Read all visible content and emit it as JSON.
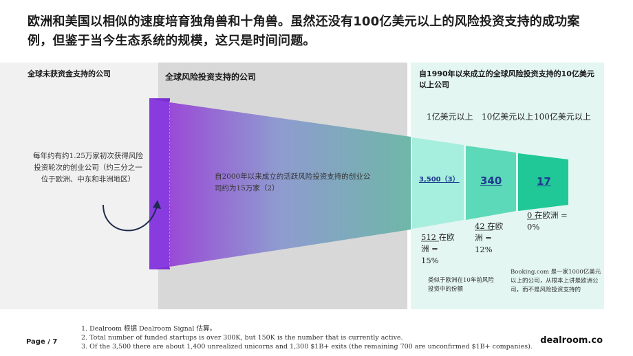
{
  "title": "欧洲和美国以相似的速度培育独角兽和十角兽。虽然还没有100亿美元以上的风险投资支持的成功案例，但鉴于当今生态系统的规模，这只是时间问题。",
  "sections": {
    "left_heading": "全球未获资金支持的公司",
    "mid_heading": "全球风险投资支持的公司",
    "right_heading": "自1990年以来成立的全球风险投资支持的10亿美元以上公司"
  },
  "left_description": "每年约有约1.25万家初次获得风险投资轮次的创业公司（约三分之一位于欧洲、中东和非洲地区）",
  "mid_description": "自2000年以来成立的活跃风险投资支持的创业公司约为15万家（2）",
  "columns": [
    {
      "header": "1亿美元以上",
      "value": "3,500（3）",
      "europe": "512 在欧洲 = 15%"
    },
    {
      "header": "10亿美元以上",
      "value": "340",
      "europe": "42 在欧洲 = 12%"
    },
    {
      "header": "100亿美元以上",
      "value": "17",
      "europe": "0 在欧洲 = 0%"
    }
  ],
  "notes": {
    "left": "类似于欧洲在10年前风险投资中的份额",
    "right": "Booking.com 是一家1000亿美元以上的公司，从根本上讲是欧洲公司，而不是风险投资支持的"
  },
  "footnotes": [
    "1. Dealroom 根据 Dealroom Signal 估算。",
    "2. Total number of funded startups is over 300K, but 150K is the number that is currently active.",
    "3. Of the 3,500 there are about 1,400 unrealized unicorns and 1,300 $1B+ exits (the remaining 700 are unconfirmed $1B+ companies)."
  ],
  "page": "Page / 7",
  "brand": "dealroom.co",
  "colors": {
    "purple": "#7b2fd0",
    "teal_light": "#a6eede",
    "teal_mid": "#5cd9b8",
    "teal_dark": "#20c897",
    "link_blue": "#1e3b8f"
  }
}
